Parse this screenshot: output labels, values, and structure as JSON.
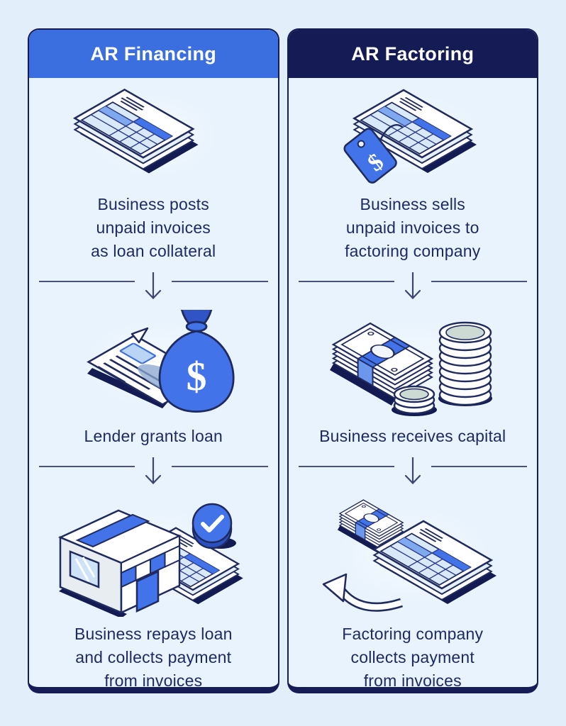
{
  "page": {
    "background_color": "#e2effa",
    "card_background_color": "#e9f3fd",
    "card_border_color": "#161d56",
    "text_color": "#1e2a63",
    "connector_color": "#4a537d",
    "illustration_primary_blue": "#4273e8",
    "illustration_outline_navy": "#1f2a5e"
  },
  "connector": {
    "icon": "down-arrow-icon",
    "direction": "down"
  },
  "columns": [
    {
      "id": "financing",
      "title": "AR Financing",
      "header_color": "#3b6fdf",
      "header_text_color": "#ffffff",
      "steps": [
        {
          "icon": "invoice-stack-icon",
          "caption": "Business posts\nunpaid invoices\nas loan collateral"
        },
        {
          "icon": "loan-document-money-bag-icon",
          "caption": "Lender grants loan"
        },
        {
          "icon": "storefront-check-invoice-icon",
          "caption": "Business repays loan\nand collects payment\nfrom invoices"
        }
      ]
    },
    {
      "id": "factoring",
      "title": "AR Factoring",
      "header_color": "#151c55",
      "header_text_color": "#ffffff",
      "steps": [
        {
          "icon": "price-tagged-invoice-icon",
          "caption": "Business sells\nunpaid invoices to\nfactoring company"
        },
        {
          "icon": "cash-stack-coins-icon",
          "caption": "Business receives capital"
        },
        {
          "icon": "cash-return-arrow-invoice-icon",
          "caption": "Factoring company\ncollects payment\nfrom invoices"
        }
      ]
    }
  ]
}
